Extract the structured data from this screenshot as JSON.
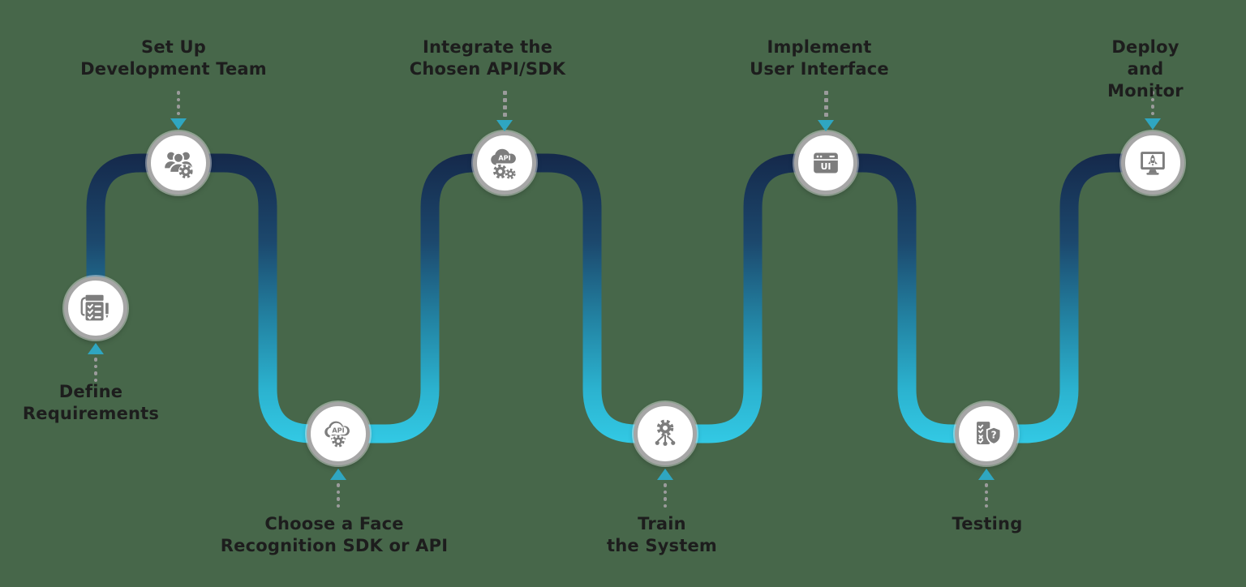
{
  "diagram": {
    "background_color": "#47674A",
    "path_gradient_top": "#15294B",
    "path_gradient_bottom": "#33CBE6",
    "arrow_color": "#2FA6C1",
    "circle_border_color": "#A6A6A6",
    "icon_color": "#7D7D7D",
    "label_color": "#1D1D1D",
    "dot_color": "#9B9B9B"
  },
  "steps": [
    {
      "label": "Define\nRequirements",
      "icon": "requirements-document"
    },
    {
      "label": "Set Up\nDevelopment Team",
      "icon": "team-gear"
    },
    {
      "label": "Choose a Face\nRecognition SDK or API",
      "icon": "api-cloud",
      "icon_text": "API"
    },
    {
      "label": "Integrate the\nChosen API/SDK",
      "icon": "api-cloud-gears",
      "icon_text": "API"
    },
    {
      "label": "Train\nthe System",
      "icon": "gear-network"
    },
    {
      "label": "Implement\nUser Interface",
      "icon": "ui-window",
      "icon_text": "UI"
    },
    {
      "label": "Testing",
      "icon": "checklist-shield",
      "icon_text": "?"
    },
    {
      "label": "Deploy\nand Monitor",
      "icon": "monitor-rocket"
    }
  ]
}
